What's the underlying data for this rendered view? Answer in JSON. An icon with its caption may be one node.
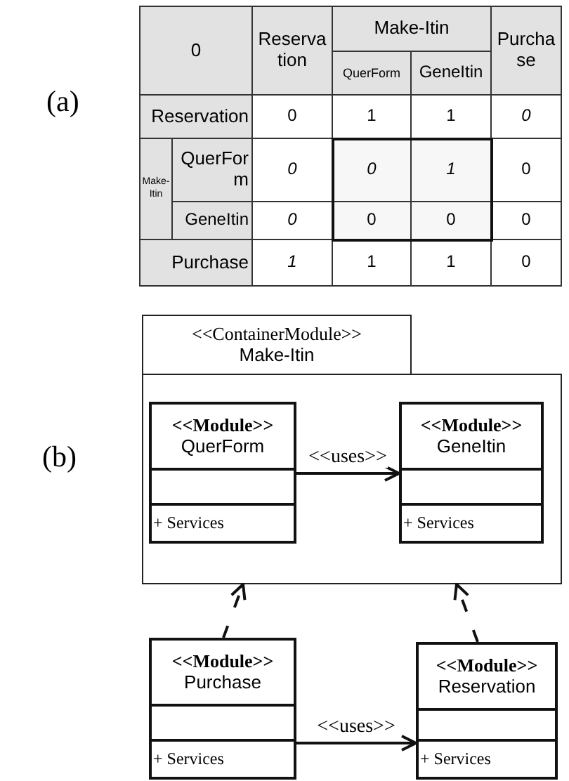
{
  "diagram": {
    "nodes": [
      {
        "text": [
          "<<ContainerModule>>",
          "Make-Itin"
        ]
      },
      {
        "text": [
          "<<Module>>",
          "QuerForm",
          "+ Services"
        ],
        "in": 0
      },
      {
        "text": [
          "<<Module>>",
          "GeneItin",
          "+ Services"
        ],
        "in": 0
      },
      {
        "text": [
          "<<Module>>",
          "Purchase",
          "+ Services"
        ]
      },
      {
        "text": [
          "<<Module>>",
          "Reservation",
          "+ Services"
        ]
      }
    ],
    "edges": [
      {
        "from": 1,
        "to": 2,
        "arrow": "to",
        "label": "<<uses>>"
      },
      {
        "from": 3,
        "to": 0,
        "arrow": "to",
        "style": "dashed"
      },
      {
        "from": 4,
        "to": 0,
        "arrow": "to",
        "style": "dashed"
      },
      {
        "from": 3,
        "to": 4,
        "arrow": "to",
        "label": "<<uses>>"
      }
    ],
    "labels": [
      "(a)",
      "0",
      "Reservation",
      "Make-Itin",
      "Purchase",
      "QuerForm",
      "GeneItin",
      "Reservation",
      "0",
      "1",
      "1",
      "0",
      "Make-Itin",
      "QuerForm",
      "0",
      "0",
      "1",
      "0",
      "GeneItin",
      "0",
      "0",
      "0",
      "0",
      "Purchase",
      "1",
      "1",
      "1",
      "0",
      "(b)"
    ]
  }
}
